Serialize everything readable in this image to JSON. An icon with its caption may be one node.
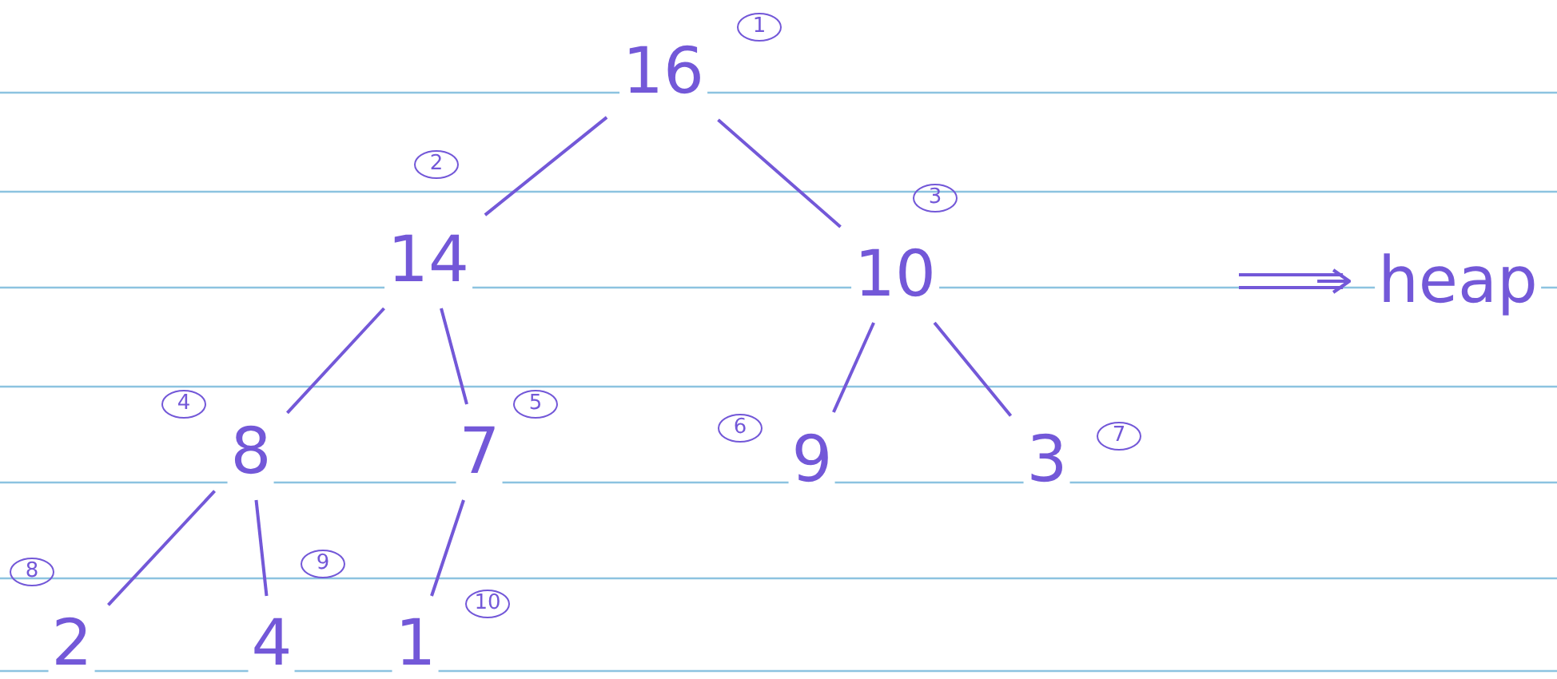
{
  "diagram": {
    "nodes": [
      {
        "text": [
          "16"
        ],
        "beside": [
          "1"
        ]
      },
      {
        "text": [
          "14"
        ],
        "beside": [
          "2"
        ]
      },
      {
        "text": [
          "10"
        ],
        "beside": [
          "3"
        ]
      },
      {
        "text": [
          "8"
        ],
        "beside": [
          "4"
        ]
      },
      {
        "text": [
          "7"
        ],
        "beside": [
          "5"
        ]
      },
      {
        "text": [
          "9"
        ],
        "beside": [
          "6"
        ]
      },
      {
        "text": [
          "3"
        ],
        "beside": [
          "7"
        ]
      },
      {
        "text": [
          "2"
        ],
        "beside": [
          "8"
        ]
      },
      {
        "text": [
          "4"
        ],
        "beside": [
          "9"
        ]
      },
      {
        "text": [
          "1"
        ],
        "beside": [
          "10"
        ]
      },
      {
        "text": [
          "heap"
        ]
      }
    ],
    "edges": [
      {
        "from": 0,
        "to": 1,
        "arrow": "none"
      },
      {
        "from": 0,
        "to": 2,
        "arrow": "none"
      },
      {
        "from": 1,
        "to": 3,
        "arrow": "none"
      },
      {
        "from": 1,
        "to": 4,
        "arrow": "none"
      },
      {
        "from": 2,
        "to": 5,
        "arrow": "none"
      },
      {
        "from": 2,
        "to": 6,
        "arrow": "none"
      },
      {
        "from": 3,
        "to": 7,
        "arrow": "none"
      },
      {
        "from": 3,
        "to": 8,
        "arrow": "none"
      },
      {
        "from": 4,
        "to": 9,
        "arrow": "none"
      },
      {
        "from": null,
        "to": 10,
        "arrow": "to"
      }
    ]
  }
}
